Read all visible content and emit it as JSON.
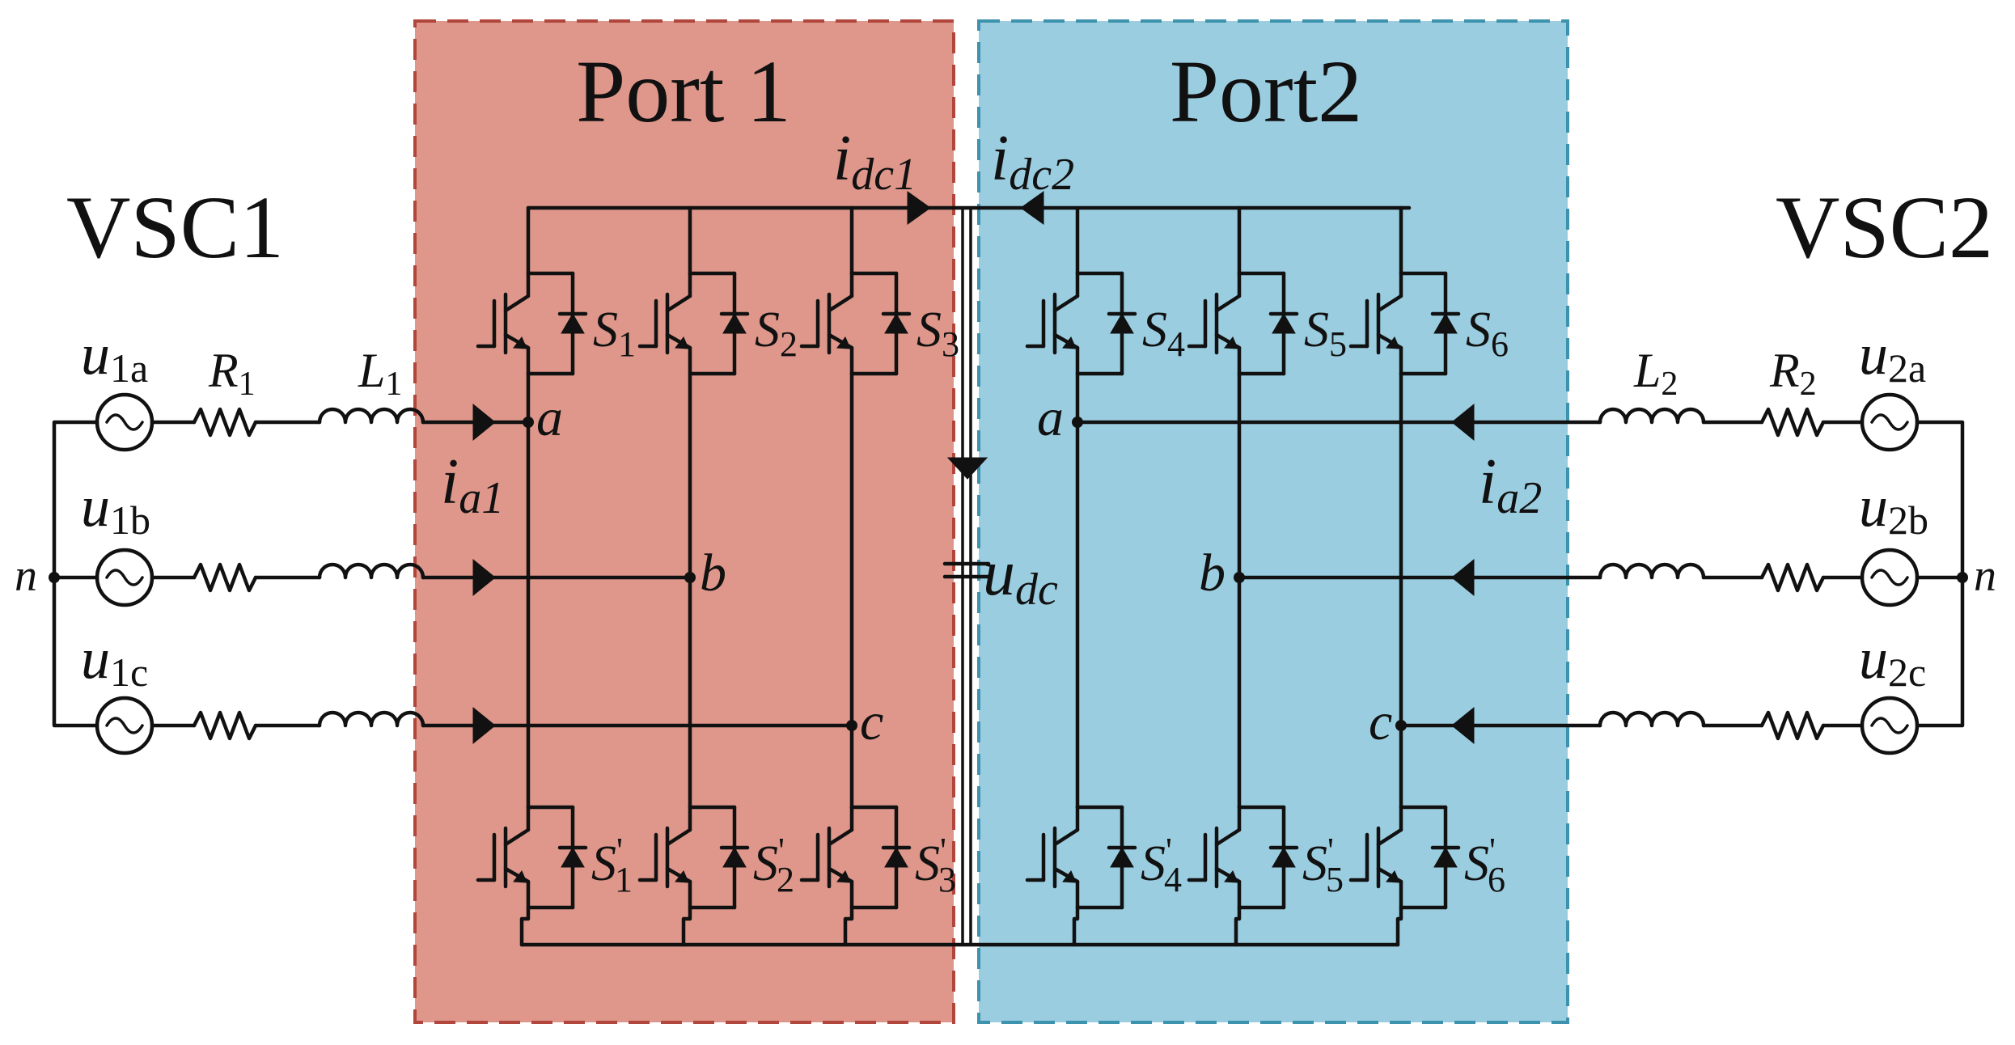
{
  "colors": {
    "port1": "#de978a",
    "port1_border": "#b0463c",
    "port2": "#9bcde0",
    "port2_border": "#3d93ad",
    "wire": "#111111"
  },
  "ports": {
    "port1_title": "Port 1",
    "port2_title": "Port2"
  },
  "converters": {
    "vsc1": "VSC1",
    "vsc2": "VSC2"
  },
  "neutral": {
    "left": "n",
    "right": "n"
  },
  "sources_left": [
    {
      "base": "u",
      "sub": "1a"
    },
    {
      "base": "u",
      "sub": "1b"
    },
    {
      "base": "u",
      "sub": "1c"
    }
  ],
  "sources_right": [
    {
      "base": "u",
      "sub": "2a"
    },
    {
      "base": "u",
      "sub": "2b"
    },
    {
      "base": "u",
      "sub": "2c"
    }
  ],
  "passives": {
    "r1": {
      "base": "R",
      "sub": "1"
    },
    "l1": {
      "base": "L",
      "sub": "1"
    },
    "r2": {
      "base": "R",
      "sub": "2"
    },
    "l2": {
      "base": "L",
      "sub": "2"
    }
  },
  "currents": {
    "ia1": {
      "base": "i",
      "sub": "a1"
    },
    "ia2": {
      "base": "i",
      "sub": "a2"
    },
    "idc1": {
      "base": "i",
      "sub": "dc1"
    },
    "idc2": {
      "base": "i",
      "sub": "dc2"
    }
  },
  "dc_voltage": {
    "base": "u",
    "sub": "dc"
  },
  "nodes_left": [
    "a",
    "b",
    "c"
  ],
  "nodes_right": [
    "a",
    "b",
    "c"
  ],
  "switches_upper": [
    {
      "base": "S",
      "sub": "1"
    },
    {
      "base": "S",
      "sub": "2"
    },
    {
      "base": "S",
      "sub": "3"
    },
    {
      "base": "S",
      "sub": "4"
    },
    {
      "base": "S",
      "sub": "5"
    },
    {
      "base": "S",
      "sub": "6"
    }
  ],
  "switches_lower": [
    {
      "base": "S",
      "sub": "1",
      "prime": "'"
    },
    {
      "base": "S",
      "sub": "2",
      "prime": "'"
    },
    {
      "base": "S",
      "sub": "3",
      "prime": "'"
    },
    {
      "base": "S",
      "sub": "4",
      "prime": "'"
    },
    {
      "base": "S",
      "sub": "5",
      "prime": "'"
    },
    {
      "base": "S",
      "sub": "6",
      "prime": "'"
    }
  ]
}
